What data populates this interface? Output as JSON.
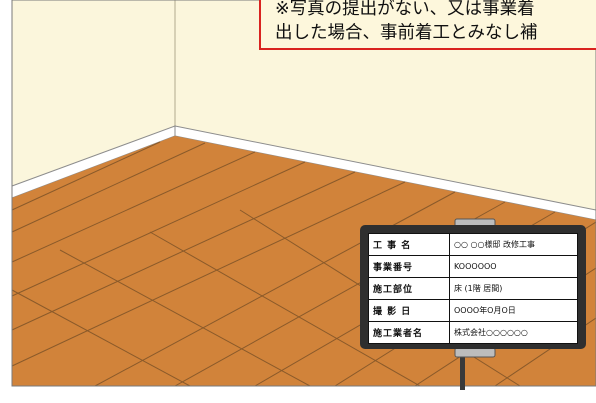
{
  "notice": {
    "line1": "※写真の提出がない、又は事業着",
    "line2": "出した場合、事前着工とみなし補"
  },
  "signboard": {
    "rows": [
      {
        "label": "工 事 名",
        "value": "○○ ○○様邸 改修工事"
      },
      {
        "label": "事業番号",
        "value": "KOOOOOO"
      },
      {
        "label": "施工部位",
        "value": "床 (1階 居間)"
      },
      {
        "label": "撮 影 日",
        "value": "OOOO年O月O日"
      },
      {
        "label": "施工業者名",
        "value": "株式会社○○○○○○"
      }
    ]
  },
  "colors": {
    "wall": "#fbf6dc",
    "floor": "#d1833a",
    "notice_border": "#d9231f",
    "signboard_frame": "#2f2f2f"
  }
}
